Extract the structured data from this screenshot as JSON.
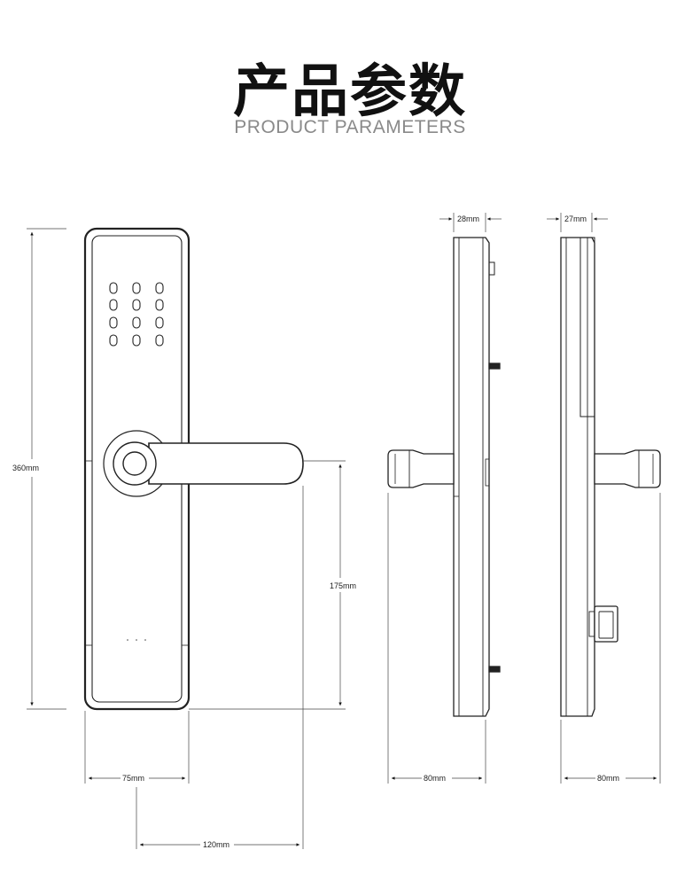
{
  "header": {
    "title_zh": "产品参数",
    "title_en": "PRODUCT PARAMETERS"
  },
  "dimensions": {
    "height": "360mm",
    "width_panel": "75mm",
    "handle_length": "120mm",
    "handle_drop": "175mm",
    "side_front_depth": "28mm",
    "side_front_total": "80mm",
    "side_back_depth": "27mm",
    "side_back_total": "80mm"
  },
  "keypad": {
    "keys": [
      "0",
      "0",
      "0",
      "0",
      "0",
      "0",
      "0",
      "0",
      "0",
      "0",
      "0",
      "0"
    ]
  }
}
